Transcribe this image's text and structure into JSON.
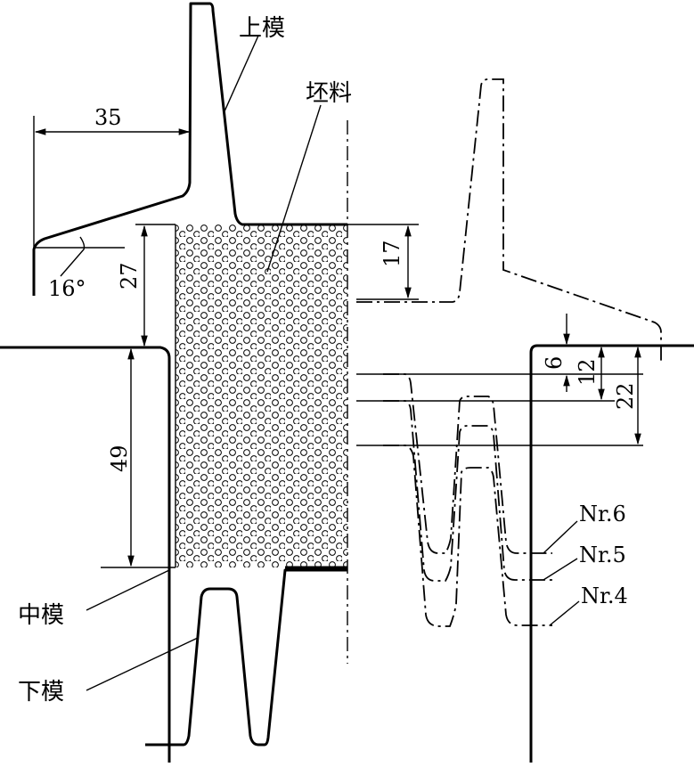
{
  "labels": {
    "upper_die": "上模",
    "blank": "坯料",
    "middle_die": "中模",
    "lower_die": "下模",
    "nr6": "Nr.6",
    "nr5": "Nr.5",
    "nr4": "Nr.4"
  },
  "dimensions": {
    "d35": "35",
    "d27": "27",
    "d17": "17",
    "d16": "16°",
    "d49": "49",
    "d6": "6",
    "d12": "12",
    "d22": "22"
  }
}
